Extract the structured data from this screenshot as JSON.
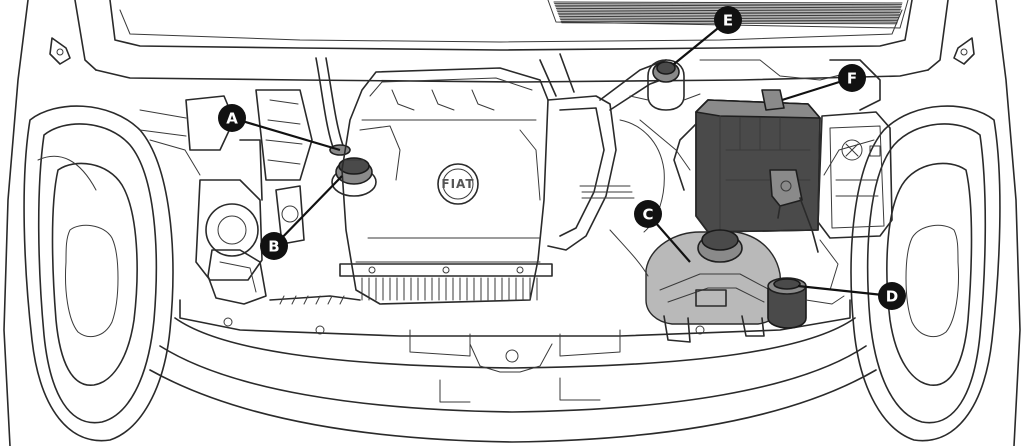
{
  "diagram": {
    "brand_badge": "FIAT",
    "callouts": [
      {
        "id": "A",
        "label": "A"
      },
      {
        "id": "B",
        "label": "B"
      },
      {
        "id": "C",
        "label": "C"
      },
      {
        "id": "D",
        "label": "D"
      },
      {
        "id": "E",
        "label": "E"
      },
      {
        "id": "F",
        "label": "F"
      }
    ]
  }
}
